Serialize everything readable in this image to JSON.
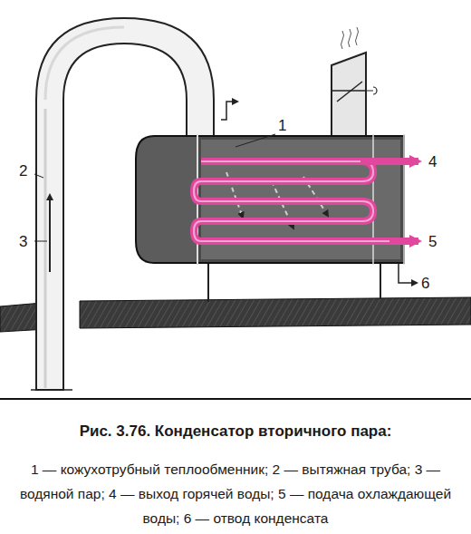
{
  "diagram": {
    "caption": "Рис. 3.76. Конденсатор вторичного пара:",
    "labels": [
      "1",
      "2",
      "3",
      "4",
      "5",
      "6",
      "1 — кожухотрубный теплообменник; 2 — вытяжная труба; 3 — водяной пар; 4 — выход горячей воды; 5 — подача охлаждающей воды; 6 — отвод конденсата"
    ]
  }
}
